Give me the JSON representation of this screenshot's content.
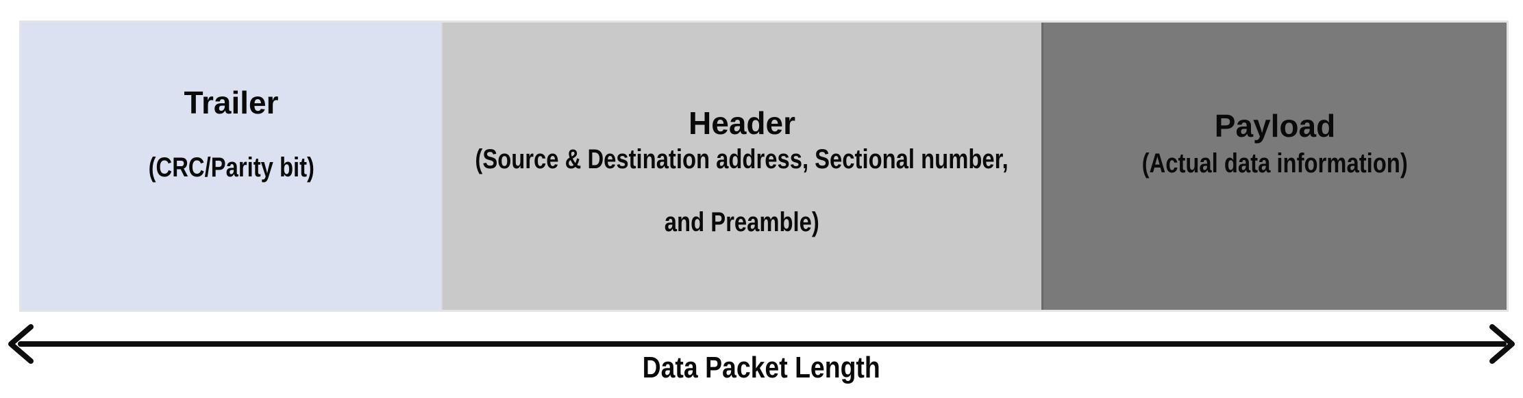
{
  "diagram": {
    "background": "#ffffff",
    "segments": [
      {
        "id": "trailer",
        "title": "Trailer",
        "subtitle": "(CRC/Parity bit)",
        "fill": "#dbe1f0",
        "text_color": "#0a0a0a"
      },
      {
        "id": "header",
        "title": "Header",
        "subtitle_line1": "(Source & Destination address, Sectional number,",
        "subtitle_line2": "and Preamble)",
        "fill": "#c9c9c9",
        "text_color": "#0a0a0a"
      },
      {
        "id": "payload",
        "title": "Payload",
        "subtitle": "(Actual data information)",
        "fill": "#7a7a7a",
        "text_color": "#0a0a0a"
      }
    ],
    "length_arrow": {
      "label": "Data Packet Length",
      "style": "double-headed",
      "color": "#0d0d0d"
    }
  }
}
